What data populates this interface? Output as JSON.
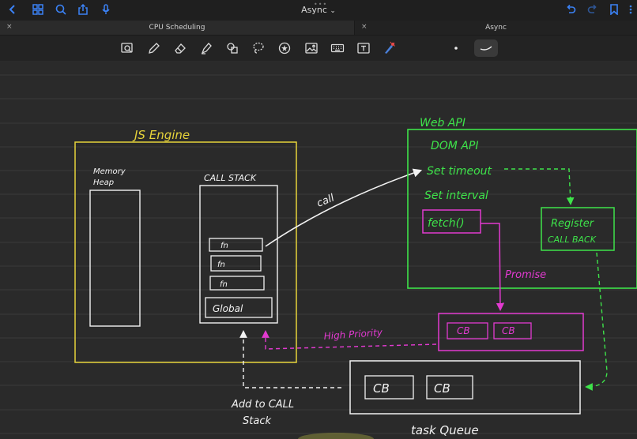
{
  "app": {
    "title": "Async",
    "title_chevron": "⌄"
  },
  "tabs": [
    {
      "label": "CPU Scheduling",
      "close": "×"
    },
    {
      "label": "Async",
      "close": "×"
    }
  ],
  "icons": {
    "nav": [
      "back-icon",
      "grid-icon",
      "search-icon",
      "share-icon",
      "mic-icon"
    ],
    "right": [
      "undo-icon",
      "redo-icon",
      "bookmark-icon",
      "more-icon"
    ],
    "tools": [
      "lasso-image-icon",
      "pen-icon",
      "eraser-icon",
      "highlighter-icon",
      "shapes-icon",
      "lasso-icon",
      "sticker-icon",
      "image-icon",
      "keyboard-icon",
      "text-icon",
      "laser-icon"
    ]
  },
  "diagram": {
    "js_engine": "JS Engine",
    "memory_heap": "Memory Heap",
    "call_stack": "CALL STACK",
    "stack_items": [
      "fn",
      "fn",
      "fn",
      "Global"
    ],
    "call": "call",
    "web_api": "Web API",
    "dom_api": "DOM API",
    "set_timeout": "Set timeout",
    "set_interval": "Set interval",
    "fetch": "fetch()",
    "register": "Register",
    "callback": "CALL BACK",
    "promise": "Promise",
    "high_priority": "High Priority",
    "priority_cbs": [
      "CB",
      "CB"
    ],
    "queue_cbs": [
      "CB",
      "CB"
    ],
    "add_to": "Add to CALL",
    "stack": "Stack",
    "task_queue": "task Queue"
  },
  "colors": {
    "yellow": "#e6d33a",
    "green": "#3ee34a",
    "magenta": "#e23ad0",
    "white": "#f2f2f2",
    "line": "#3a3a3a",
    "accent": "#3b82f6"
  }
}
